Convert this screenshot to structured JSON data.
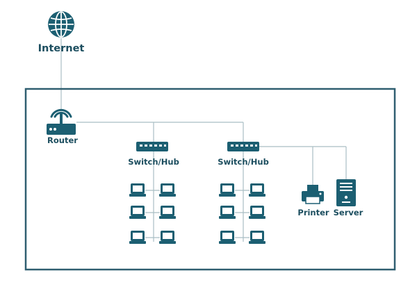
{
  "colors": {
    "primary": "#1c5f72",
    "label": "#1c4e5f",
    "line": "#a9bec4",
    "border": "#2f5e70"
  },
  "labels": {
    "internet": "Internet",
    "router": "Router",
    "switch_1": "Switch/Hub",
    "switch_2": "Switch/Hub",
    "printer": "Printer",
    "server": "Server"
  },
  "icons": {
    "internet": "globe-icon",
    "router": "router-icon",
    "switch": "switch-icon",
    "computer": "laptop-icon",
    "printer": "printer-icon",
    "server": "server-icon"
  }
}
